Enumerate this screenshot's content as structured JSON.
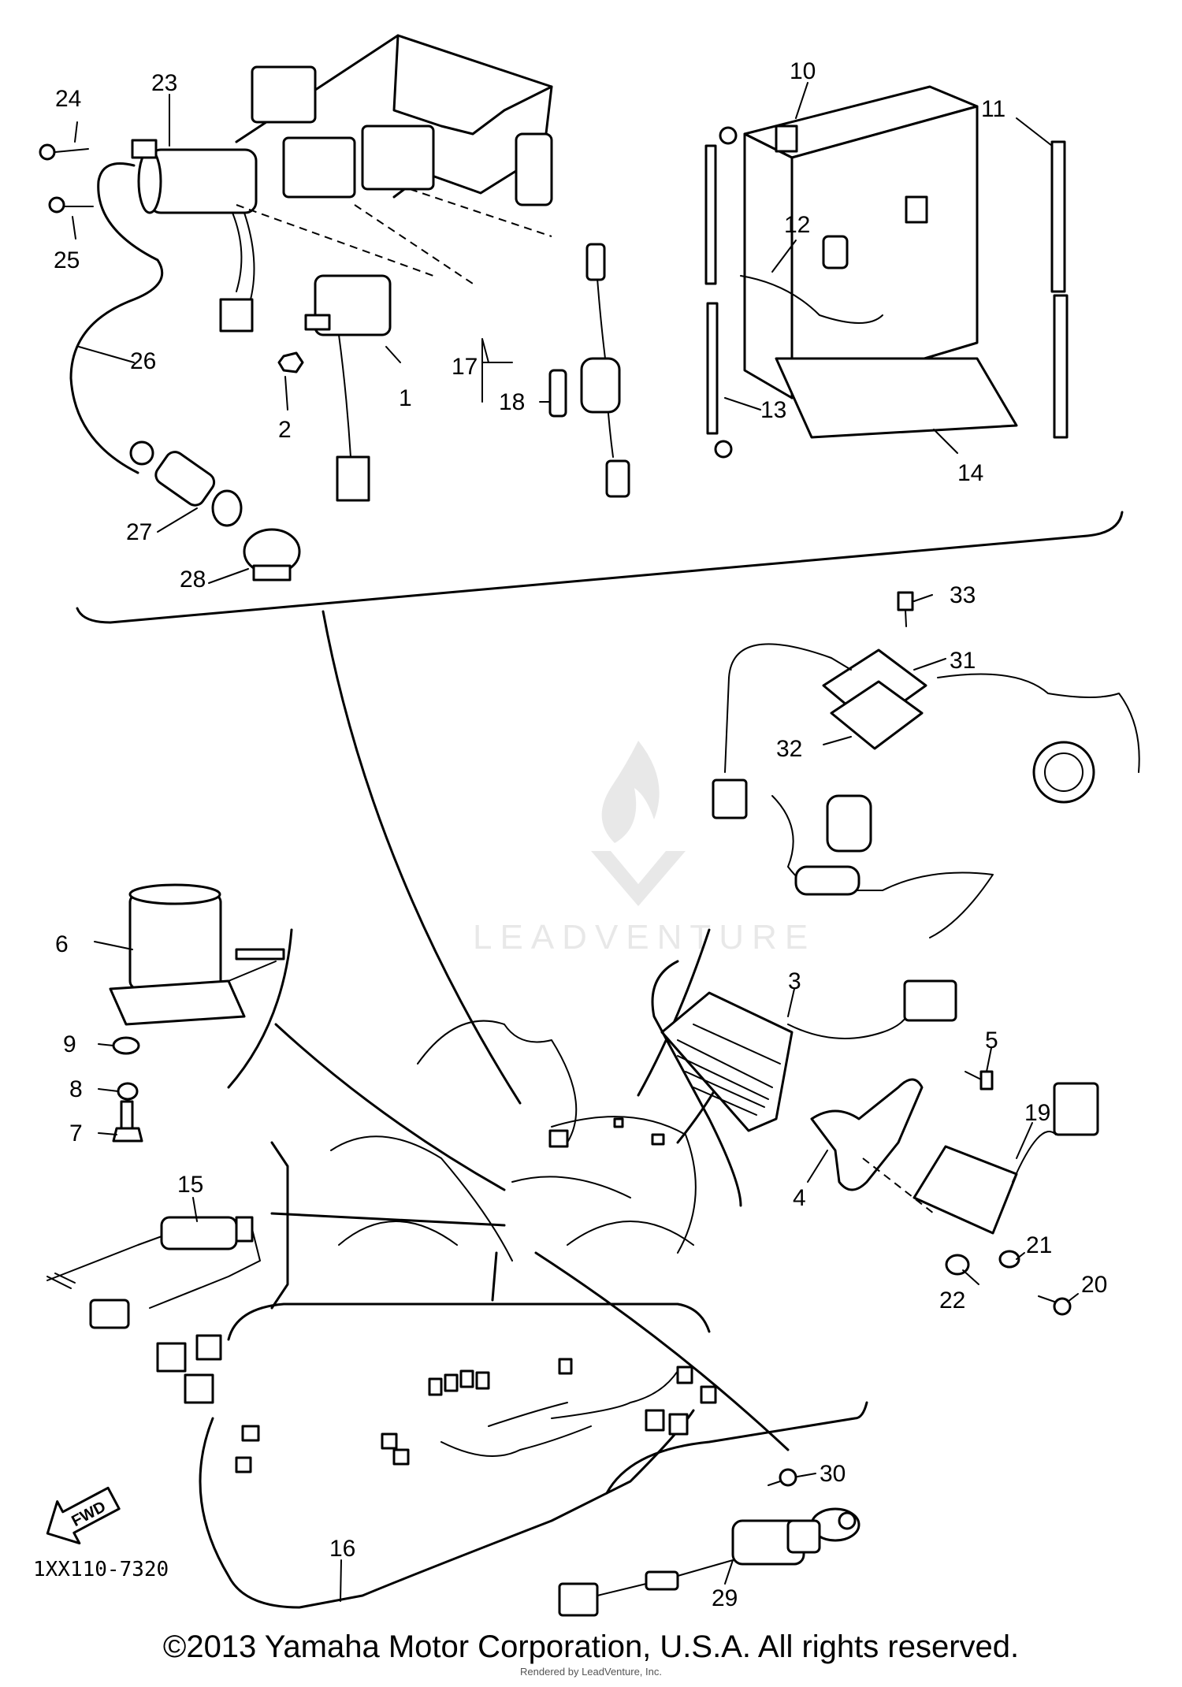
{
  "callouts": [
    {
      "num": "1"
    },
    {
      "num": "2"
    },
    {
      "num": "3"
    },
    {
      "num": "4"
    },
    {
      "num": "5"
    },
    {
      "num": "6"
    },
    {
      "num": "7"
    },
    {
      "num": "8"
    },
    {
      "num": "9"
    },
    {
      "num": "10"
    },
    {
      "num": "11"
    },
    {
      "num": "12"
    },
    {
      "num": "13"
    },
    {
      "num": "14"
    },
    {
      "num": "15"
    },
    {
      "num": "16"
    },
    {
      "num": "17"
    },
    {
      "num": "18"
    },
    {
      "num": "19"
    },
    {
      "num": "20"
    },
    {
      "num": "21"
    },
    {
      "num": "22"
    },
    {
      "num": "23"
    },
    {
      "num": "24"
    },
    {
      "num": "25"
    },
    {
      "num": "26"
    },
    {
      "num": "27"
    },
    {
      "num": "28"
    },
    {
      "num": "29"
    },
    {
      "num": "30"
    },
    {
      "num": "31"
    },
    {
      "num": "32"
    },
    {
      "num": "33"
    }
  ],
  "diagram_code": "1XX110-7320",
  "fwd_label": "FWD",
  "copyright": "©2013 Yamaha Motor Corporation, U.S.A. All rights reserved.",
  "subnote": "Rendered by LeadVenture, Inc.",
  "watermark": "LEADVENTURE",
  "colors": {
    "ink": "#000000",
    "background": "#ffffff",
    "watermark": "#555555"
  }
}
